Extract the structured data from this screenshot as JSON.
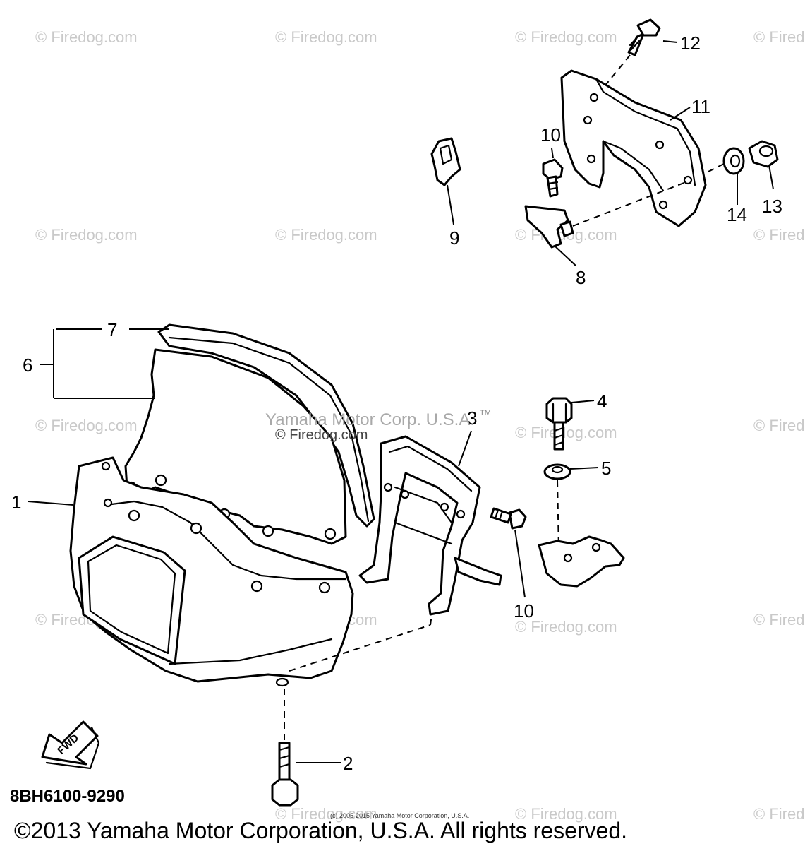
{
  "watermark": {
    "text": "© Firedog.com",
    "center_text": "Yamaha Motor Corp. U.S.A.",
    "center_sub": "© Firedog.com",
    "tm": "TM"
  },
  "callouts": {
    "c1": "1",
    "c2": "2",
    "c3": "3",
    "c4": "4",
    "c5": "5",
    "c6": "6",
    "c7": "7",
    "c8": "8",
    "c9": "9",
    "c10a": "10",
    "c10b": "10",
    "c11": "11",
    "c12": "12",
    "c13": "13",
    "c14": "14"
  },
  "fwd_label": "FWD",
  "diagram_code": "8BH6100-9290",
  "small_copyright": "(c) 2005-2015 Yamaha Motor Corporation, U.S.A.",
  "footer_copyright": "©2013 Yamaha Motor Corporation, U.S.A. All rights reserved."
}
